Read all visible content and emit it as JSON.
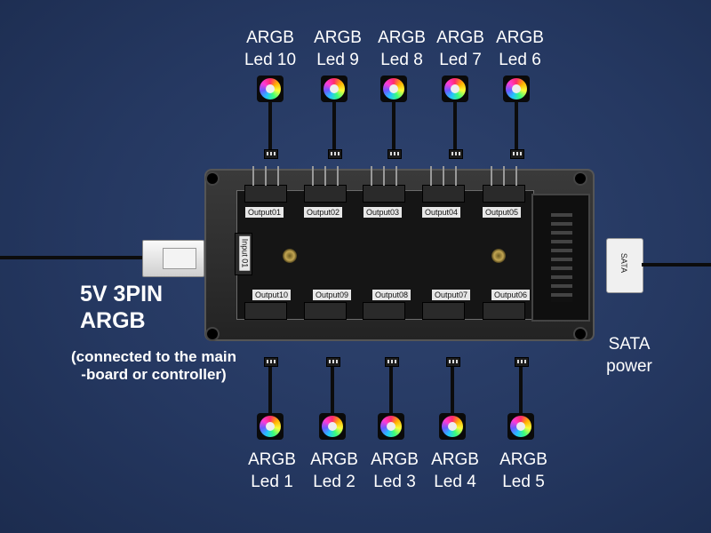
{
  "colors": {
    "background": "#253861",
    "text": "#ffffff",
    "board": "#232323"
  },
  "top_leds": [
    {
      "line1": "ARGB",
      "line2": "Led 10"
    },
    {
      "line1": "ARGB",
      "line2": "Led 9"
    },
    {
      "line1": "ARGB",
      "line2": "Led 8"
    },
    {
      "line1": "ARGB",
      "line2": "Led 7"
    },
    {
      "line1": "ARGB",
      "line2": "Led 6"
    }
  ],
  "bottom_leds": [
    {
      "line1": "ARGB",
      "line2": "Led 1"
    },
    {
      "line1": "ARGB",
      "line2": "Led 2"
    },
    {
      "line1": "ARGB",
      "line2": "Led 3"
    },
    {
      "line1": "ARGB",
      "line2": "Led 4"
    },
    {
      "line1": "ARGB",
      "line2": "Led 5"
    }
  ],
  "input_label": {
    "line1": "5V 3PIN",
    "line2": "ARGB"
  },
  "input_note": {
    "line1": "(connected to the main",
    "line2": "-board or controller)"
  },
  "sata_label": {
    "line1": "SATA",
    "line2": "power"
  },
  "sata_plug_text": "SATA",
  "board": {
    "input_port": "Input 01",
    "top_ports": [
      "Output01",
      "Output02",
      "Output03",
      "Output04",
      "Output05"
    ],
    "bottom_ports": [
      "Output10",
      "Output09",
      "Output08",
      "Output07",
      "Output06"
    ]
  }
}
